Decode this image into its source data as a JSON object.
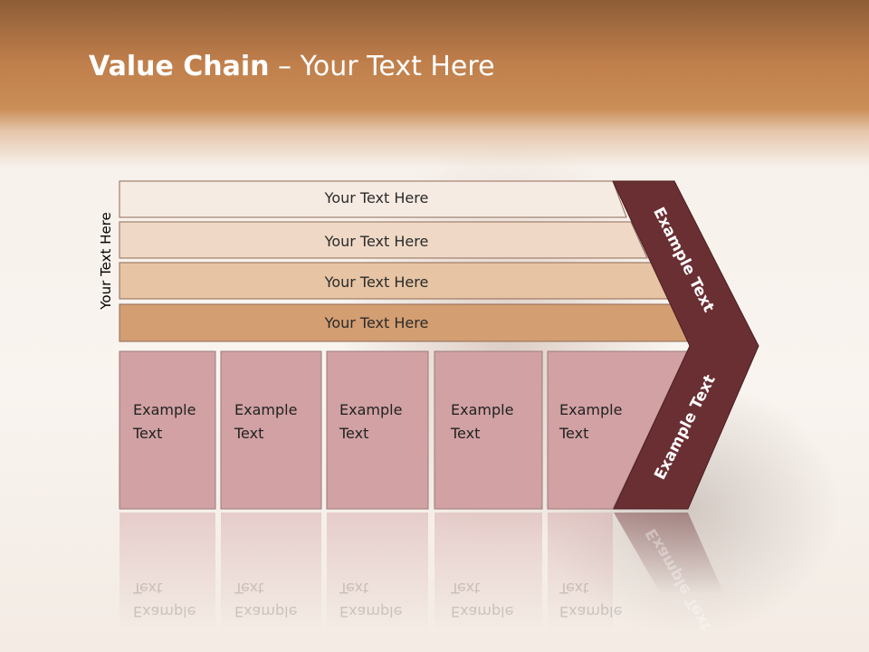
{
  "slide": {
    "title_bold": "Value Chain",
    "title_rest": " – Your Text Here",
    "vertical_label": "Your Text Here"
  },
  "bars": [
    {
      "label": "Your Text Here",
      "color": "#f6ebe3"
    },
    {
      "label": "Your Text Here",
      "color": "#efd9c6"
    },
    {
      "label": "Your Text Here",
      "color": "#e6c4a4"
    },
    {
      "label": "Your Text Here",
      "color": "#d39e72"
    }
  ],
  "boxes": [
    {
      "line1": "Example",
      "line2": "Text"
    },
    {
      "line1": "Example",
      "line2": "Text"
    },
    {
      "line1": "Example",
      "line2": "Text"
    },
    {
      "line1": "Example",
      "line2": "Text"
    },
    {
      "line1": "Example",
      "line2": "Text"
    }
  ],
  "arrow": {
    "upper_label": "Example Text",
    "lower_label": "Example Text",
    "color": "#6a2f33"
  },
  "colors": {
    "box_fill": "#d1a1a3",
    "header_brown": "#c07f4b"
  }
}
